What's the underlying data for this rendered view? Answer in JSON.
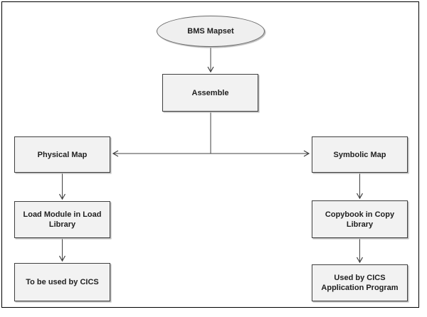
{
  "diagram": {
    "type": "flowchart",
    "nodes": {
      "bms_mapset": {
        "label": "BMS Mapset",
        "shape": "ellipse"
      },
      "assemble": {
        "label": "Assemble",
        "shape": "rect"
      },
      "physical_map": {
        "label": "Physical Map",
        "shape": "rect"
      },
      "symbolic_map": {
        "label": "Symbolic Map",
        "shape": "rect"
      },
      "load_module": {
        "label": "Load Module in Load Library",
        "shape": "rect"
      },
      "copybook": {
        "label": "Copybook in Copy Library",
        "shape": "rect"
      },
      "to_be_used": {
        "label": "To be used by CICS",
        "shape": "rect"
      },
      "used_by": {
        "label": "Used by CICS Application Program",
        "shape": "rect"
      }
    },
    "edges": [
      {
        "from": "bms_mapset",
        "to": "assemble",
        "arrow": "down"
      },
      {
        "from": "assemble",
        "to": "physical_map",
        "arrow": "left"
      },
      {
        "from": "assemble",
        "to": "symbolic_map",
        "arrow": "right"
      },
      {
        "from": "physical_map",
        "to": "load_module",
        "arrow": "down"
      },
      {
        "from": "load_module",
        "to": "to_be_used",
        "arrow": "down"
      },
      {
        "from": "symbolic_map",
        "to": "copybook",
        "arrow": "down"
      },
      {
        "from": "copybook",
        "to": "used_by",
        "arrow": "down"
      }
    ],
    "colors": {
      "node_fill": "#f2f2f2",
      "node_border": "#3f3f3f",
      "ellipse_border": "#6b6b6b",
      "connector": "#404040",
      "outer_border": "#000000",
      "text": "#1f1f1f",
      "background": "#ffffff"
    }
  }
}
